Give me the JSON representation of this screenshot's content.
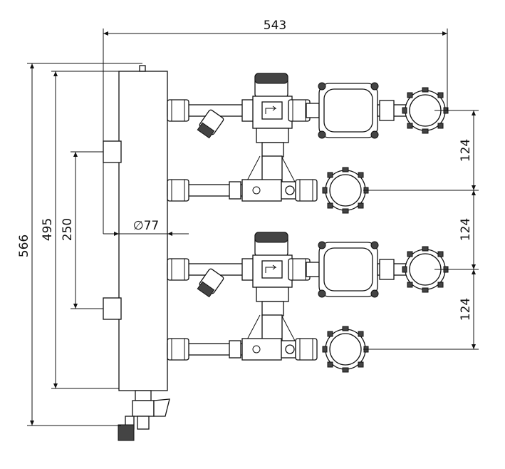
{
  "dimensions": {
    "overall_width": "543",
    "overall_height": "566",
    "tank_height": "495",
    "tank_connection_spacing": "250",
    "tank_diameter": "∅77",
    "row_spacing": [
      "124",
      "124",
      "124"
    ]
  },
  "colors": {
    "line": "#111111",
    "fill": "#ffffff"
  }
}
